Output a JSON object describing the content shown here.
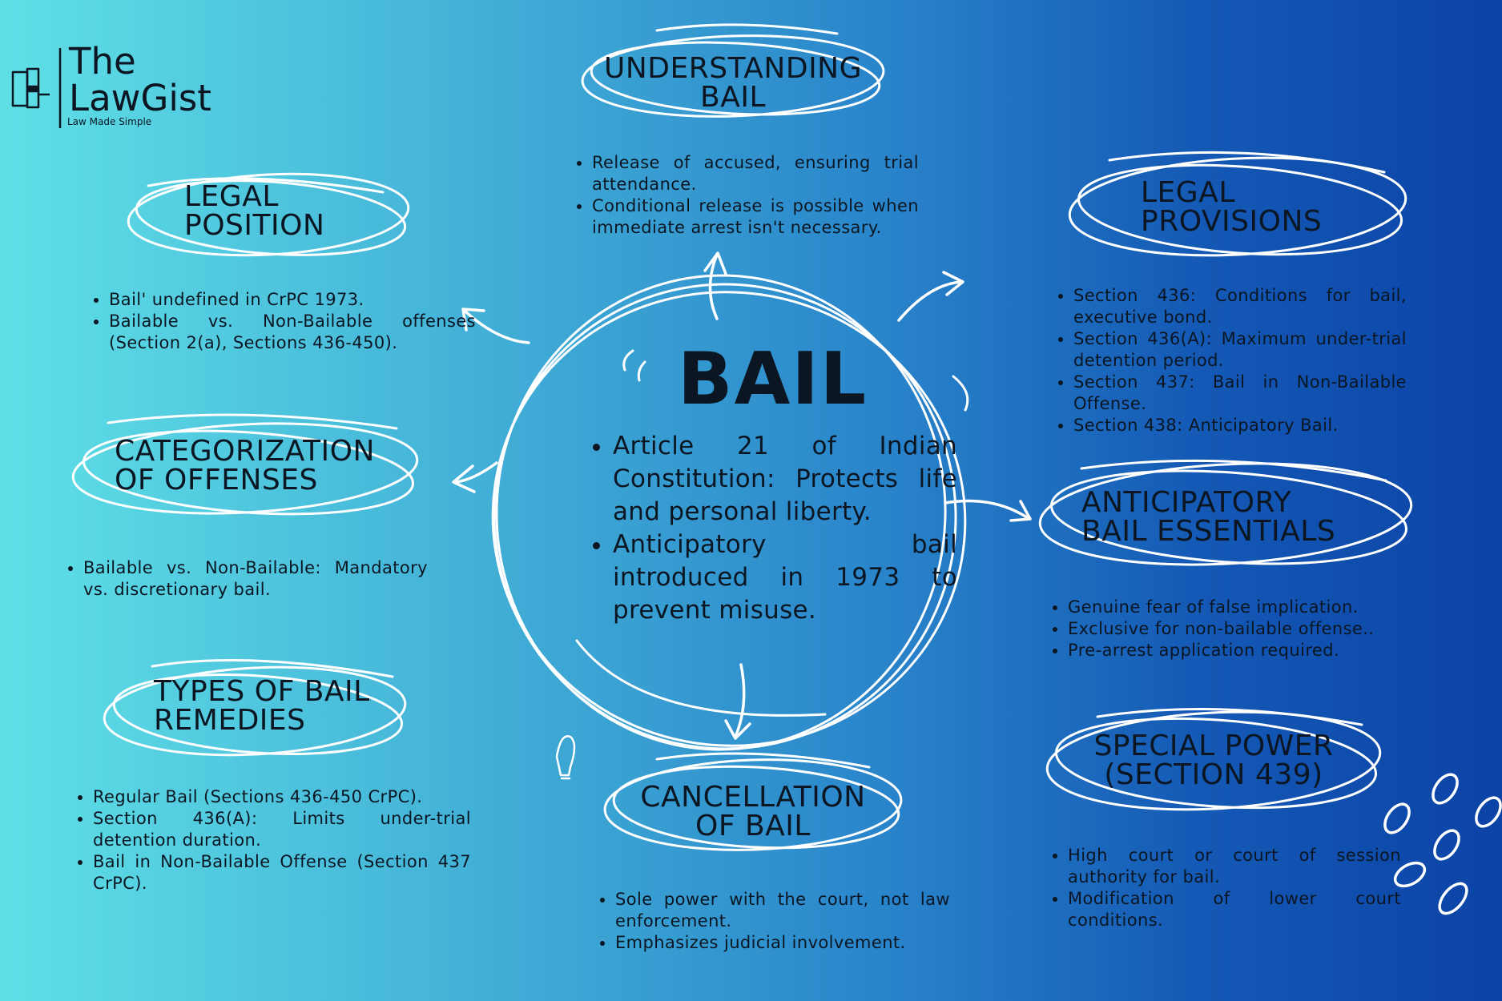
{
  "logo": {
    "name_line1": "The",
    "name_line2": "LawGist",
    "tagline": "Law Made Simple"
  },
  "center": {
    "title": "BAIL",
    "points": [
      "Article 21 of Indian Constitution: Protects life and personal liberty.",
      "Anticipatory bail introduced in 1973 to prevent misuse."
    ]
  },
  "sections": {
    "understanding": {
      "heading": [
        "UNDERSTANDING",
        "BAIL"
      ],
      "points": [
        "Release of accused, ensuring trial attendance.",
        "Conditional release is possible when immediate arrest isn't necessary."
      ]
    },
    "legal_position": {
      "heading": [
        "LEGAL",
        "POSITION"
      ],
      "points": [
        "Bail' undefined in CrPC 1973.",
        "Bailable vs. Non-Bailable offenses (Section 2(a), Sections 436-450)."
      ]
    },
    "categorization": {
      "heading": [
        "CATEGORIZATION",
        "OF OFFENSES"
      ],
      "points": [
        "Bailable vs. Non-Bailable: Mandatory vs. discretionary bail."
      ]
    },
    "types": {
      "heading": [
        "TYPES OF BAIL",
        "REMEDIES"
      ],
      "points": [
        "Regular Bail (Sections 436-450 CrPC).",
        "Section 436(A): Limits under-trial detention duration.",
        "Bail in Non-Bailable Offense (Section 437 CrPC)."
      ]
    },
    "cancellation": {
      "heading": [
        "CANCELLATION",
        "OF BAIL"
      ],
      "points": [
        "Sole power with the court, not law enforcement.",
        "Emphasizes judicial involvement."
      ]
    },
    "legal_provisions": {
      "heading": [
        "LEGAL",
        "PROVISIONS"
      ],
      "points": [
        "Section 436: Conditions for bail, executive bond.",
        "Section 436(A): Maximum under-trial detention period.",
        "Section 437: Bail in Non-Bailable Offense.",
        "Section 438: Anticipatory Bail."
      ]
    },
    "anticipatory": {
      "heading": [
        "ANTICIPATORY",
        "BAIL ESSENTIALS"
      ],
      "points": [
        "Genuine fear of false implication.",
        "Exclusive for non-bailable offense..",
        "Pre-arrest application required."
      ]
    },
    "special_power": {
      "heading": [
        "SPECIAL POWER",
        "(SECTION 439)"
      ],
      "points": [
        "High court or court of session authority for bail.",
        "Modification of lower court conditions."
      ]
    }
  },
  "colors": {
    "text": "#0b1622",
    "sketch": "#ffffff",
    "gradient_left": "#5fe0e6",
    "gradient_right": "#0b43a6"
  },
  "icons": [
    "gavel-book-icon",
    "lightbulb-icon"
  ]
}
